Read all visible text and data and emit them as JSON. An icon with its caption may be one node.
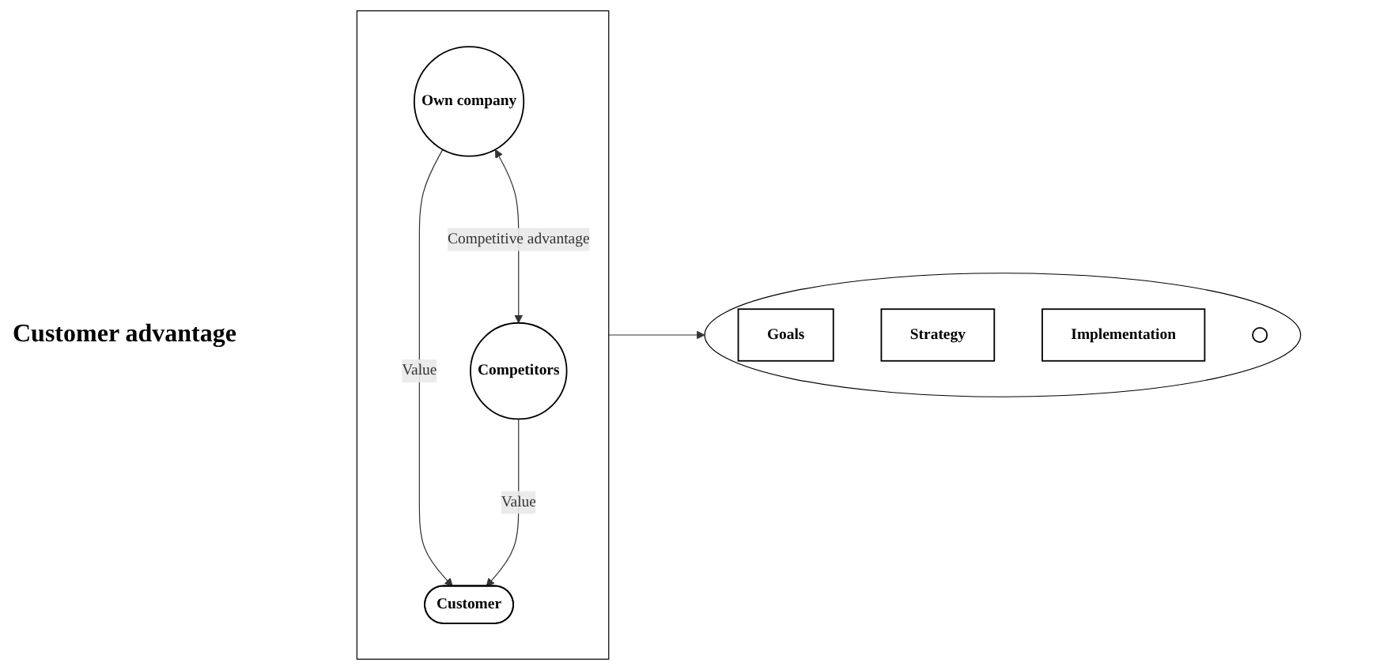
{
  "diagram": {
    "nodes": [
      {
        "text": [],
        "shape": "box"
      },
      {
        "text": [
          "Customer"
        ],
        "in": 0
      },
      {
        "text": [
          "Own company"
        ],
        "in": 0
      },
      {
        "text": [
          "Competitors"
        ],
        "in": 0
      },
      {
        "text": [],
        "shape": "circle"
      },
      {
        "text": [
          "Goals"
        ],
        "in": 4
      },
      {
        "text": [
          "Strategy"
        ],
        "in": 4
      },
      {
        "text": [
          "Implementation"
        ],
        "in": 4
      },
      {
        "text": [],
        "shape": "circle",
        "in": 4
      }
    ],
    "edges": [
      {
        "from": 2,
        "to": 1,
        "arrow": "to",
        "label": "Value"
      },
      {
        "from": 3,
        "to": 1,
        "arrow": "to",
        "label": "Value"
      },
      {
        "from": 2,
        "to": 3,
        "arrow": "both",
        "label": "Competitive advantage"
      },
      {
        "from": 0,
        "to": 4,
        "arrow": "to"
      }
    ],
    "labels": [
      "Customer advantage"
    ]
  }
}
